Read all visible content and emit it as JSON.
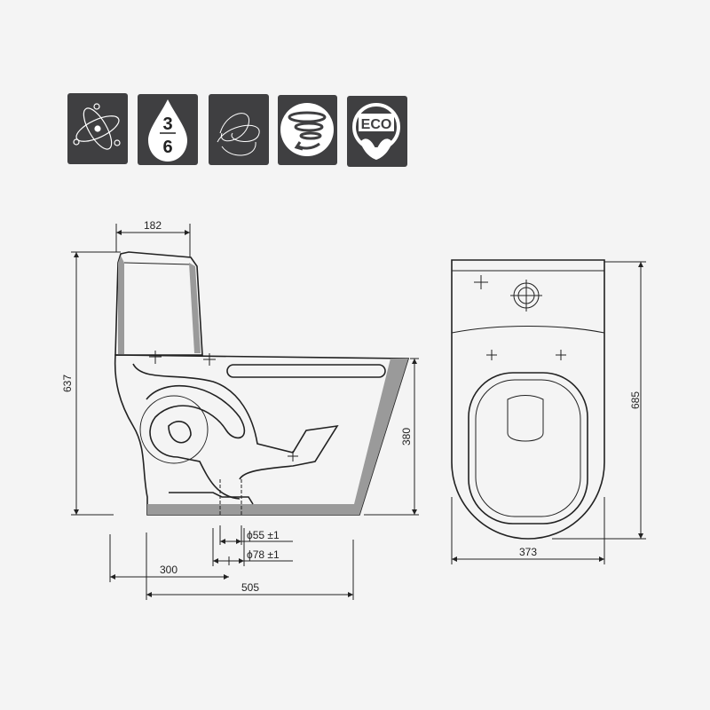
{
  "feature_icons": [
    {
      "name": "atom-icon",
      "label": ""
    },
    {
      "name": "water-drop-dual-flush-icon",
      "top": "3",
      "bottom": "6"
    },
    {
      "name": "swirl-lines-icon",
      "label": ""
    },
    {
      "name": "tornado-flush-icon",
      "label": ""
    },
    {
      "name": "eco-leaf-icon",
      "label": "ECO"
    }
  ],
  "colors": {
    "icon_bg": "#3f3f41",
    "background": "#f4f4f4",
    "line": "#222222",
    "fill_grey": "#9a9a9a"
  },
  "side_view": {
    "dim_tank_depth": "182",
    "dim_total_height": "637",
    "dim_seat_height": "380",
    "dim_outlet_inner": "ϕ55 ±1",
    "dim_outlet_outer": "ϕ78 ±1",
    "dim_rough_in": "300",
    "dim_total_depth": "505"
  },
  "top_view": {
    "dim_length": "685",
    "dim_width": "373"
  }
}
